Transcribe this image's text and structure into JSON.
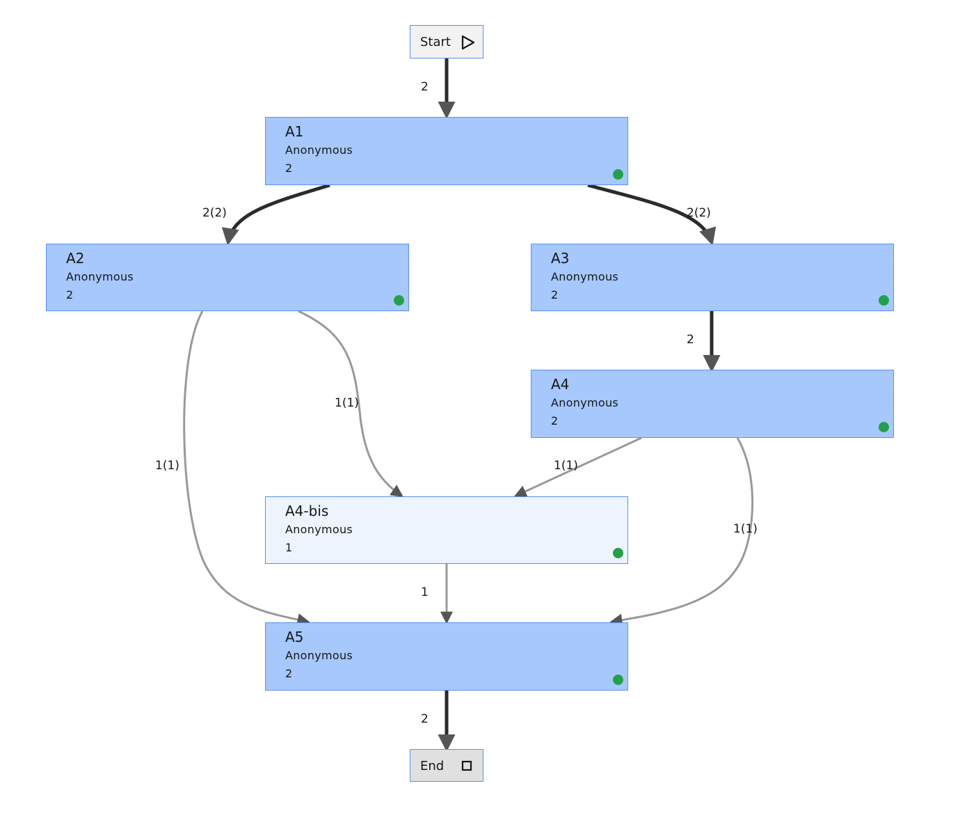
{
  "start": {
    "label": "Start",
    "icon": "play-triangle-icon"
  },
  "end": {
    "label": "End",
    "icon": "stop-square-icon"
  },
  "nodes": {
    "a1": {
      "title": "A1",
      "subtitle": "Anonymous",
      "count": "2",
      "status": "green"
    },
    "a2": {
      "title": "A2",
      "subtitle": "Anonymous",
      "count": "2",
      "status": "green"
    },
    "a3": {
      "title": "A3",
      "subtitle": "Anonymous",
      "count": "2",
      "status": "green"
    },
    "a4": {
      "title": "A4",
      "subtitle": "Anonymous",
      "count": "2",
      "status": "green"
    },
    "a4bis": {
      "title": "A4-bis",
      "subtitle": "Anonymous",
      "count": "1",
      "status": "green"
    },
    "a5": {
      "title": "A5",
      "subtitle": "Anonymous",
      "count": "2",
      "status": "green"
    }
  },
  "edges": {
    "start_a1": "2",
    "a1_a2": "2(2)",
    "a1_a3": "2(2)",
    "a3_a4": "2",
    "a2_a4bis": "1(1)",
    "a2_a5": "1(1)",
    "a4_a4bis": "1(1)",
    "a4_a5": "1(1)",
    "a4bis_a5": "1",
    "a5_end": "2"
  },
  "colors": {
    "node_fill": "#a6c8fd",
    "node_fill_light": "#edf4fd",
    "node_border": "#5b8ef0",
    "status_dot": "#24a148",
    "edge_heavy": "#2b2b2b",
    "edge_light": "#999999"
  }
}
